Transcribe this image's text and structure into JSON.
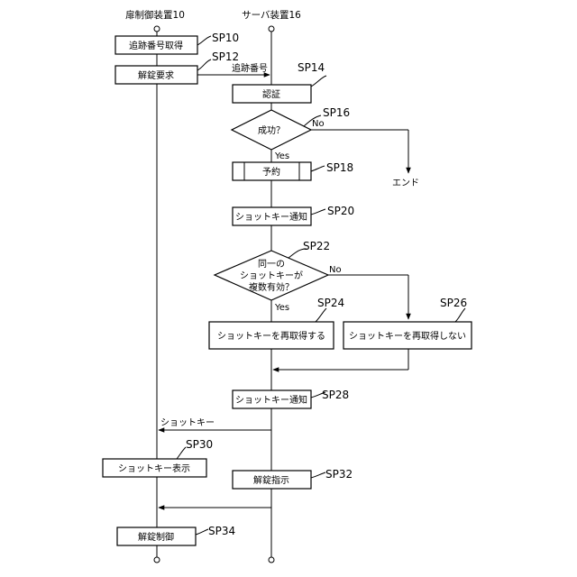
{
  "headers": {
    "door_controller": "扉制御装置10",
    "server": "サーバ装置16"
  },
  "boxes": {
    "acquire_tracking": "追跡番号取得",
    "unlock_request": "解錠要求",
    "authenticate": "認証",
    "reserve": "予約",
    "notify_shortkey_1": "ショットキー通知",
    "reacquire": "ショットキーを再取得する",
    "no_reacquire": "ショットキーを再取得しない",
    "notify_shortkey_2": "ショットキー通知",
    "display_shortkey": "ショットキー表示",
    "unlock_instruction": "解錠指示",
    "unlock_control": "解錠制御"
  },
  "decisions": {
    "success": "成功？",
    "multiple_valid": [
      "同一の",
      "ショットキーが",
      "複数有効？"
    ]
  },
  "branches": {
    "yes": "Yes",
    "no": "No",
    "end": "エンド"
  },
  "messages": {
    "tracking_number": "追跡番号",
    "shortkey": "ショットキー"
  },
  "steps": {
    "sp10": "SP10",
    "sp12": "SP12",
    "sp14": "SP14",
    "sp16": "SP16",
    "sp18": "SP18",
    "sp20": "SP20",
    "sp22": "SP22",
    "sp24": "SP24",
    "sp26": "SP26",
    "sp28": "SP28",
    "sp30": "SP30",
    "sp32": "SP32",
    "sp34": "SP34"
  }
}
